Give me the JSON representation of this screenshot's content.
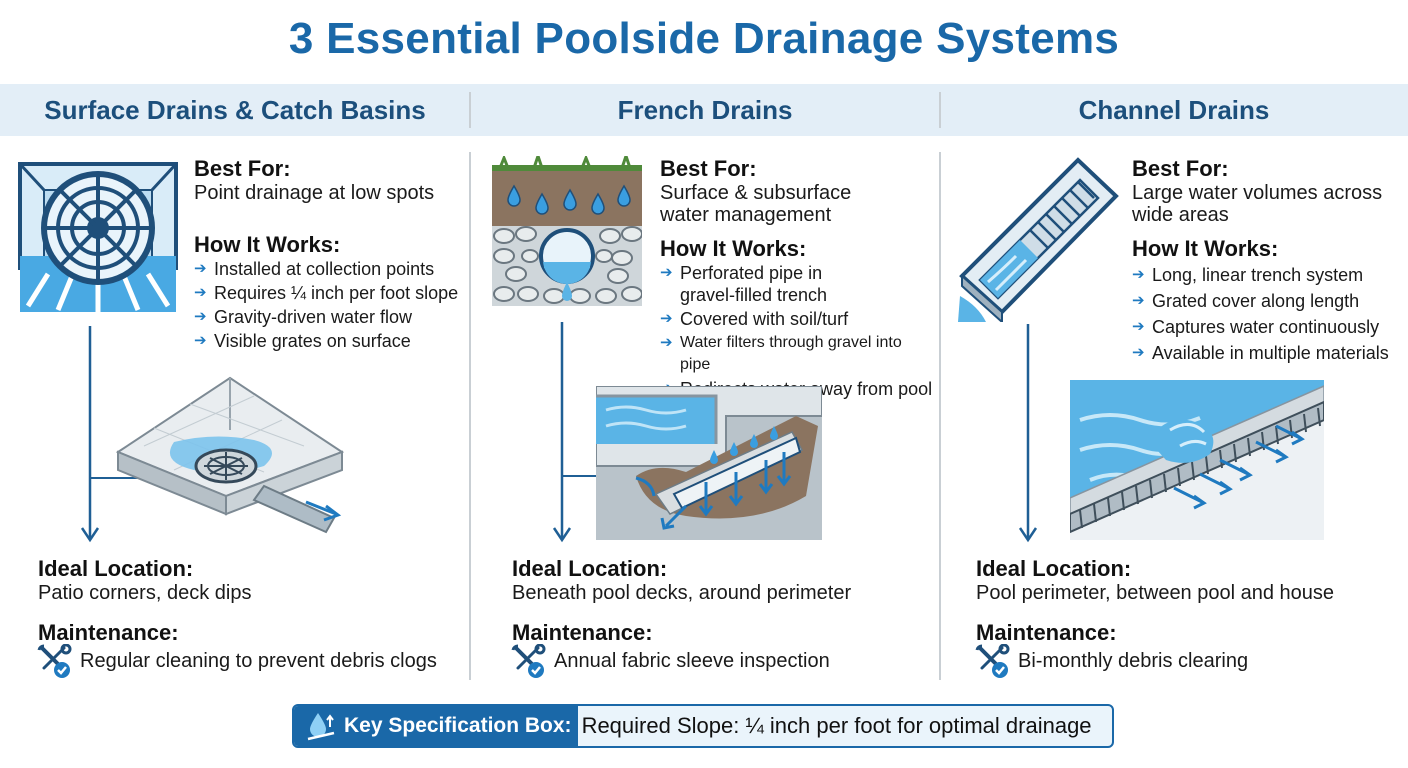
{
  "title": "3 Essential Poolside Drainage Systems",
  "columns": [
    {
      "heading": "Surface Drains & Catch Basins",
      "best_for_label": "Best For:",
      "best_for": [
        "Point drainage at low spots"
      ],
      "how_label": "How It Works:",
      "how": [
        [
          "Installed at collection points"
        ],
        [
          "Requires ¼ inch per foot slope"
        ],
        [
          "Gravity-driven water flow"
        ],
        [
          "Visible grates on surface"
        ]
      ],
      "ideal_label": "Ideal Location:",
      "ideal": "Patio corners, deck dips",
      "maint_label": "Maintenance:",
      "maint": "Regular cleaning to prevent debris clogs",
      "icon": "drain-grate-icon",
      "illustration": "patio-drain-illustration"
    },
    {
      "heading": "French Drains",
      "best_for_label": "Best For:",
      "best_for": [
        "Surface & subsurface",
        "water management"
      ],
      "how_label": "How It Works:",
      "how": [
        [
          "Perforated pipe in",
          "gravel-filled trench"
        ],
        [
          "Covered with soil/turf"
        ],
        [
          "Water filters through gravel into pipe"
        ],
        [
          "Redirects water away from pool"
        ]
      ],
      "ideal_label": "Ideal Location:",
      "ideal": "Beneath pool decks, around perimeter",
      "maint_label": "Maintenance:",
      "maint": "Annual fabric sleeve inspection",
      "icon": "french-drain-cross-section-icon",
      "illustration": "pool-deck-french-drain-illustration"
    },
    {
      "heading": "Channel Drains",
      "best_for_label": "Best For:",
      "best_for": [
        "Large water volumes across",
        "wide areas"
      ],
      "how_label": "How It Works:",
      "how": [
        [
          "Long, linear trench system"
        ],
        [
          "Grated cover along length"
        ],
        [
          "Captures water continuously"
        ],
        [
          "Available in multiple materials"
        ]
      ],
      "ideal_label": "Ideal Location:",
      "ideal": "Pool perimeter, between pool and house",
      "maint_label": "Maintenance:",
      "maint": "Bi-monthly debris clearing",
      "icon": "channel-drain-icon",
      "illustration": "pool-edge-channel-drain-illustration"
    }
  ],
  "spec": {
    "label": "Key Specification Box:",
    "text": "Required Slope: ¼ inch per foot for optimal drainage",
    "icon": "water-drop-slope-icon"
  },
  "colors": {
    "title": "#1a68a8",
    "heading": "#1c4f7c",
    "band": "#e3eef7",
    "accent": "#1f7ac0",
    "water": "#5ab4e6"
  }
}
